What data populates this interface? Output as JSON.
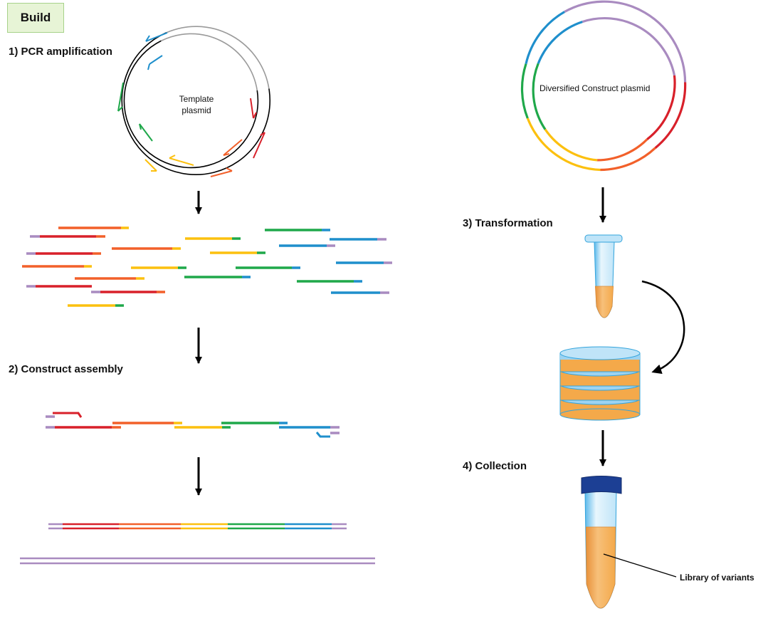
{
  "badge": "Build",
  "steps": {
    "pcr": "1) PCR amplification",
    "assembly": "2) Construct assembly",
    "transformation": "3) Transformation",
    "collection": "4) Collection"
  },
  "labels": {
    "template_line1": "Template",
    "template_line2": "plasmid",
    "diversified": "Diversified Construct plasmid",
    "library": "Library of variants"
  },
  "colors": {
    "red": "#d8202a",
    "orange": "#f2602a",
    "yellow": "#fcc00f",
    "green": "#1fa84a",
    "blue": "#1f8fcc",
    "purple": "#a98bc0",
    "grey": "#999999",
    "tube_light": "#bfe4f8",
    "tube_dark": "#33a4dc",
    "liquid": "#f4a94a",
    "cap": "#1c3f94"
  }
}
